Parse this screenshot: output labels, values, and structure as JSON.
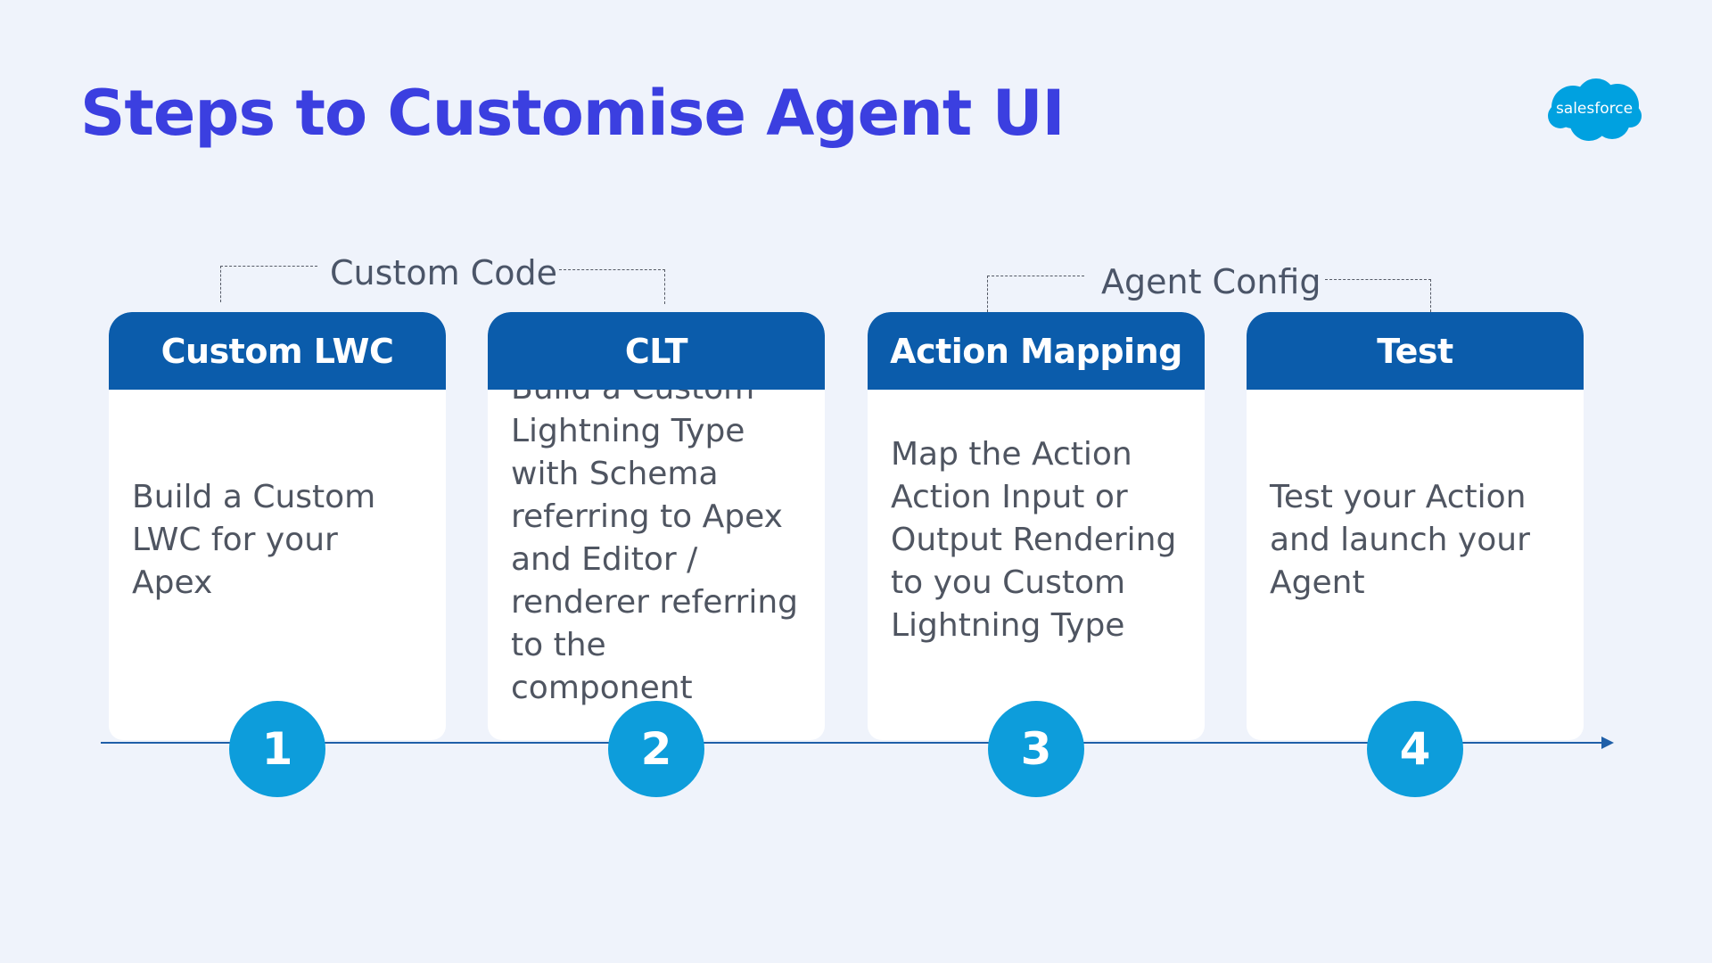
{
  "title": "Steps to Customise Agent UI",
  "logo": {
    "text": "salesforce",
    "color": "#00a1e0"
  },
  "groups": [
    {
      "label": "Custom Code"
    },
    {
      "label": "Agent Config"
    }
  ],
  "steps": [
    {
      "number": "1",
      "heading": "Custom LWC",
      "lines": [
        "Build a Custom",
        "LWC for your",
        "Apex"
      ]
    },
    {
      "number": "2",
      "heading": "CLT",
      "lines": [
        "Build a Custom",
        "Lightning Type",
        "with Schema",
        "referring to Apex",
        "and Editor /",
        "renderer referring",
        "to the",
        "component"
      ]
    },
    {
      "number": "3",
      "heading": "Action Mapping",
      "lines": [
        "Map the Action",
        "Action Input or",
        "Output Rendering",
        "to you Custom",
        "Lightning Type"
      ]
    },
    {
      "number": "4",
      "heading": "Test",
      "lines": [
        "Test your Action",
        "and launch your",
        "Agent"
      ]
    }
  ],
  "colors": {
    "title": "#3b3fe0",
    "card_header": "#0b5cab",
    "step_circle": "#0d9ddb",
    "timeline": "#1f5fa8",
    "background": "#eff3fb"
  }
}
